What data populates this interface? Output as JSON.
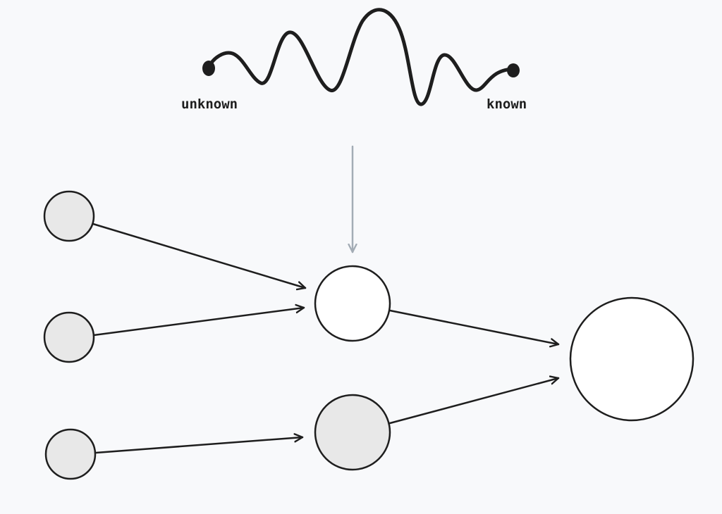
{
  "diagram": {
    "wave": {
      "left_label": "unknown",
      "right_label": "known"
    },
    "nodes": [
      {
        "id": "input-1",
        "role": "input",
        "fill": "#e8e8e8"
      },
      {
        "id": "input-2",
        "role": "input",
        "fill": "#e8e8e8"
      },
      {
        "id": "input-3",
        "role": "input",
        "fill": "#e8e8e8"
      },
      {
        "id": "hidden-1",
        "role": "hidden",
        "fill": "#ffffff"
      },
      {
        "id": "hidden-2",
        "role": "hidden",
        "fill": "#e8e8e8"
      },
      {
        "id": "output-1",
        "role": "output",
        "fill": "#ffffff"
      }
    ],
    "edges": [
      {
        "from": "input-1",
        "to": "hidden-1"
      },
      {
        "from": "input-2",
        "to": "hidden-1"
      },
      {
        "from": "input-3",
        "to": "hidden-2"
      },
      {
        "from": "hidden-1",
        "to": "output-1"
      },
      {
        "from": "hidden-2",
        "to": "output-1"
      }
    ],
    "colors": {
      "stroke": "#1e1e1e",
      "pointer_arrow": "#a3acb5",
      "background": "#f8f9fb"
    }
  }
}
